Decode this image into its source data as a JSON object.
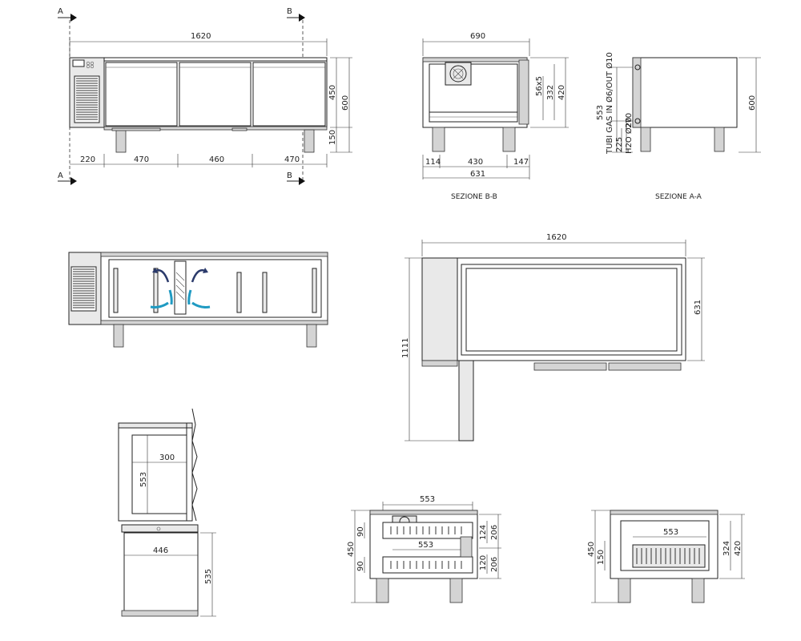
{
  "section_markers": {
    "a": "A",
    "b": "B"
  },
  "front_view": {
    "dim_width": "1620",
    "dim_height_body": "450",
    "dim_height_total": "600",
    "dim_height_legs": "150",
    "dim_seg_1": "220",
    "dim_seg_2": "470",
    "dim_seg_3": "460",
    "dim_seg_4": "470"
  },
  "section_bb": {
    "title": "SEZIONE B-B",
    "dim_width_top": "690",
    "dim_depth": "631",
    "dim_left": "114",
    "dim_center": "430",
    "dim_right": "147",
    "dim_gasket": "56x5",
    "dim_332": "332",
    "dim_420": "420"
  },
  "section_aa": {
    "title": "SEZIONE A-A",
    "pipe_note": "TUBI GAS IN Ø6/OUT Ø10",
    "h2o_note": "H2O Ø20",
    "dim_553": "553",
    "dim_225": "225",
    "dim_270": "270",
    "dim_600": "600"
  },
  "plan_view": {
    "dim_width": "1620",
    "dim_depth": "631",
    "dim_total_depth": "1111"
  },
  "drawer_detail": {
    "dim_300": "300",
    "dim_553": "553",
    "dim_446": "446",
    "dim_535": "535"
  },
  "drawers_view": {
    "dim_top": "553",
    "dim_inner": "553",
    "dim_90a": "90",
    "dim_90b": "90",
    "dim_450": "450",
    "dim_124": "124",
    "dim_206a": "206",
    "dim_120": "120",
    "dim_206b": "206"
  },
  "grid_view": {
    "dim_553": "553",
    "dim_450": "450",
    "dim_150": "150",
    "dim_324": "324",
    "dim_420": "420"
  },
  "colors": {
    "line": "#222222",
    "airflow": "#1f9ac2",
    "airflow_dark": "#2b3a6b"
  }
}
